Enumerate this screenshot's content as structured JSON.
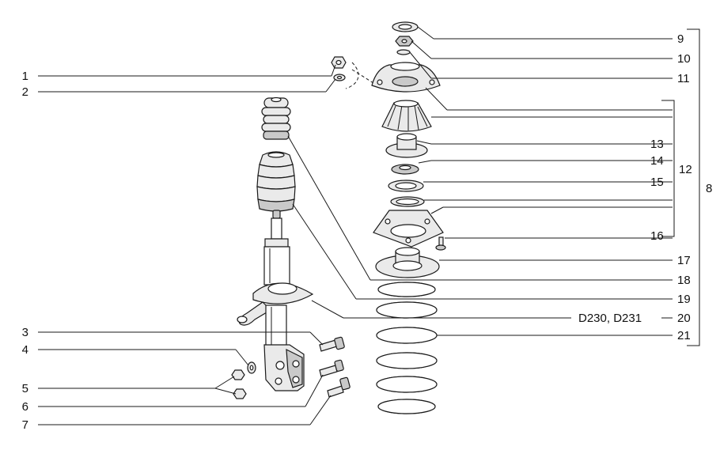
{
  "callouts": {
    "c1": "1",
    "c2": "2",
    "c3": "3",
    "c4": "4",
    "c5": "5",
    "c6": "6",
    "c7": "7",
    "c8": "8",
    "c9": "9",
    "c10": "10",
    "c11": "11",
    "c12": "12",
    "c13": "13",
    "c14": "14",
    "c15": "15",
    "c16": "16",
    "c17": "17",
    "c18": "18",
    "c19": "19",
    "c20": "20",
    "c21": "21"
  },
  "notes": {
    "c20_prefix": "D230, D231"
  }
}
